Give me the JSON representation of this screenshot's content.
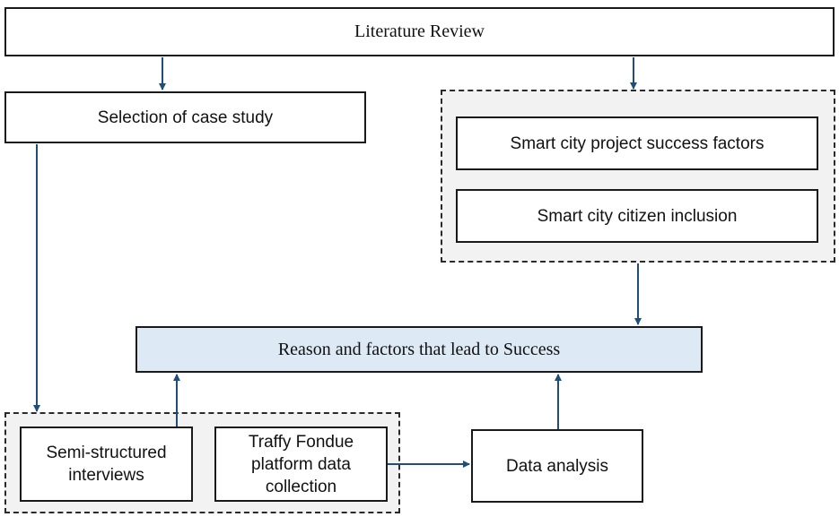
{
  "nodes": {
    "literature_review": "Literature Review",
    "case_study": "Selection of case study",
    "success_factors": "Smart city project success factors",
    "citizen_inclusion": "Smart city citizen inclusion",
    "reason_factors": "Reason and factors that lead to Success",
    "interviews": "Semi-structured\ninterviews",
    "traffy": "Traffy Fondue\nplatform data\ncollection",
    "data_analysis": "Data analysis"
  },
  "colors": {
    "arrow": "#1f4e79",
    "highlight_fill": "#dde9f5",
    "group_fill": "#f2f2f2"
  }
}
